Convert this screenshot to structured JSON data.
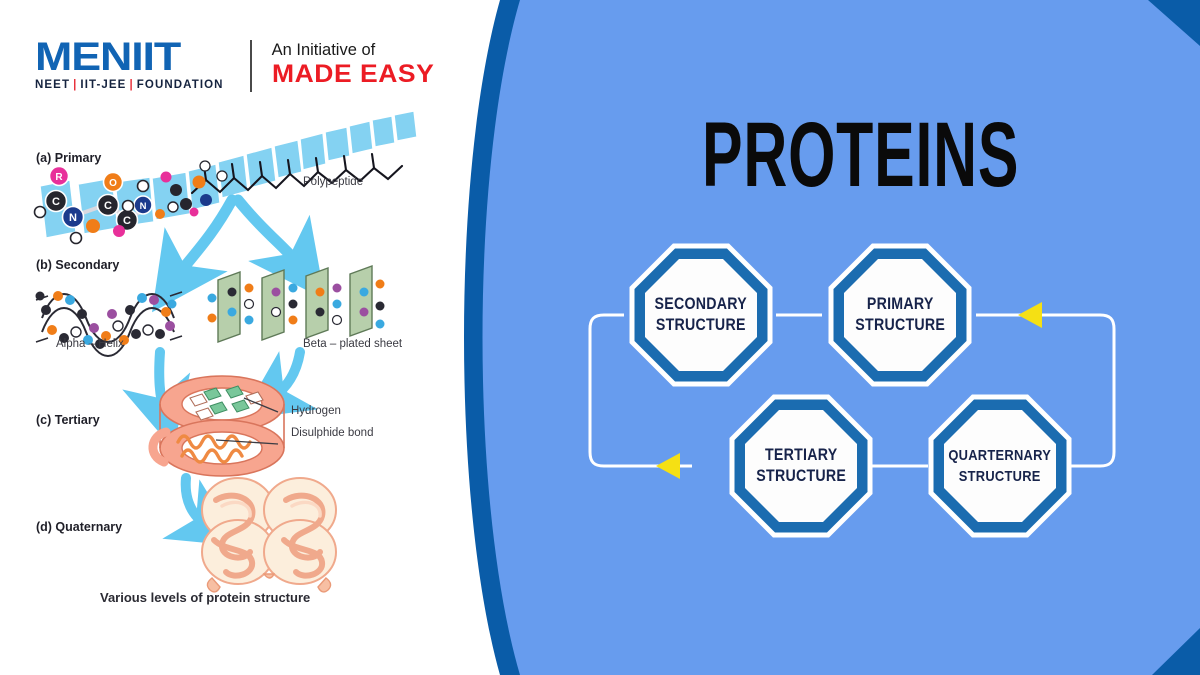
{
  "colors": {
    "bg_blue": "#679cee",
    "panel_white": "#ffffff",
    "edge_dark_blue": "#0a5ca8",
    "logo_blue": "#1164b4",
    "logo_red": "#ec1c24",
    "accent_yellow": "#f5e014",
    "octagon_ring": "#1b6cb0",
    "octagon_text": "#17234a",
    "connector_white": "#ffffff"
  },
  "brand": {
    "name": "MENIIT",
    "tagline_parts": [
      "NEET",
      "IIT-JEE",
      "FOUNDATION"
    ],
    "separator": "|",
    "initiative_line": "An Initiative of",
    "parent_brand": "MADE EASY"
  },
  "diagram": {
    "caption": "Various levels of protein structure",
    "stages": [
      {
        "id": "primary",
        "label": "(a) Primary"
      },
      {
        "id": "secondary",
        "label": "(b) Secondary"
      },
      {
        "id": "tertiary",
        "label": "(c) Tertiary"
      },
      {
        "id": "quaternary",
        "label": "(d) Quaternary"
      }
    ],
    "annotations": [
      {
        "id": "polypeptide",
        "label": "Polypeptide"
      },
      {
        "id": "alpha-helix",
        "label": "Alpha – Helix"
      },
      {
        "id": "beta-sheet",
        "label": "Beta – plated sheet"
      },
      {
        "id": "hydrogen",
        "label": "Hydrogen"
      },
      {
        "id": "disulphide-bond",
        "label": "Disulphide bond"
      }
    ],
    "atom_labels": [
      "R",
      "C",
      "N",
      "O",
      "C",
      "C",
      "N"
    ]
  },
  "main": {
    "title": "PROTEINS",
    "nodes": [
      {
        "id": "secondary-structure",
        "line1": "SECONDARY",
        "line2": "STRUCTURE"
      },
      {
        "id": "primary-structure",
        "line1": "PRIMARY",
        "line2": "STRUCTURE"
      },
      {
        "id": "tertiary-structure",
        "line1": "TERTIARY",
        "line2": "STRUCTURE"
      },
      {
        "id": "quarternary-structure",
        "line1": "QUARTERNARY",
        "line2": "STRUCTURE"
      }
    ]
  }
}
